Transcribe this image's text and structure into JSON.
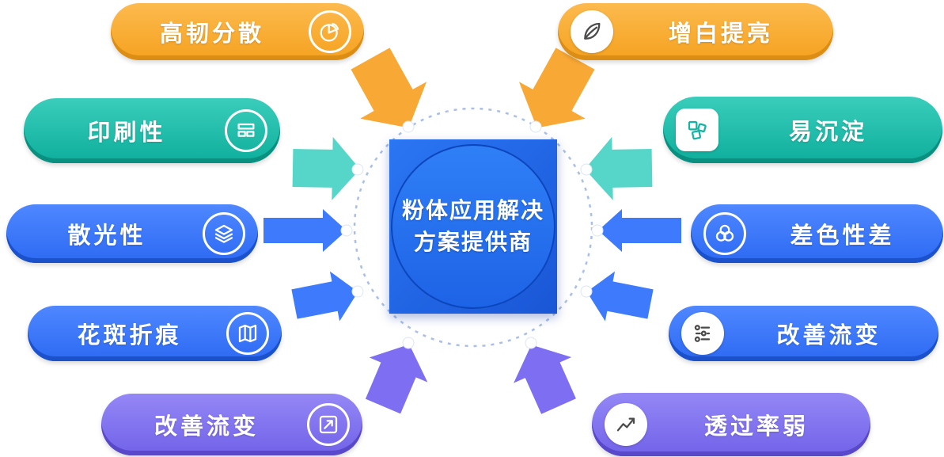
{
  "center": {
    "title_line1": "粉体应用解决",
    "title_line2": "方案提供商"
  },
  "left_items": [
    {
      "label": "高韧分散",
      "icon": "pie-chart-icon",
      "color": "#F7A42A"
    },
    {
      "label": "印刷性",
      "icon": "print-plates-icon",
      "color": "#14B3A2"
    },
    {
      "label": "散光性",
      "icon": "layers-icon",
      "color": "#3A78FA"
    },
    {
      "label": "花斑折痕",
      "icon": "map-icon",
      "color": "#3A78FA"
    },
    {
      "label": "改善流变",
      "icon": "trend-box-icon",
      "color": "#8273EF"
    }
  ],
  "right_items": [
    {
      "label": "增白提亮",
      "icon": "leaf-icon",
      "color": "#F7A42A"
    },
    {
      "label": "易沉淀",
      "icon": "puzzle-icon",
      "color": "#14B3A2"
    },
    {
      "label": "差色性差",
      "icon": "overlap-circles-icon",
      "color": "#3A78FA"
    },
    {
      "label": "改善流变",
      "icon": "sliders-icon",
      "color": "#3A78FA"
    },
    {
      "label": "透过率弱",
      "icon": "line-chart-icon",
      "color": "#8273EF"
    }
  ],
  "palette": {
    "orange": "#F7A42A",
    "teal": "#14B3A2",
    "blue": "#3A78FA",
    "purple": "#8273EF",
    "ring_dash": "#A9BFEA",
    "center_blue": "#1E63E6"
  }
}
